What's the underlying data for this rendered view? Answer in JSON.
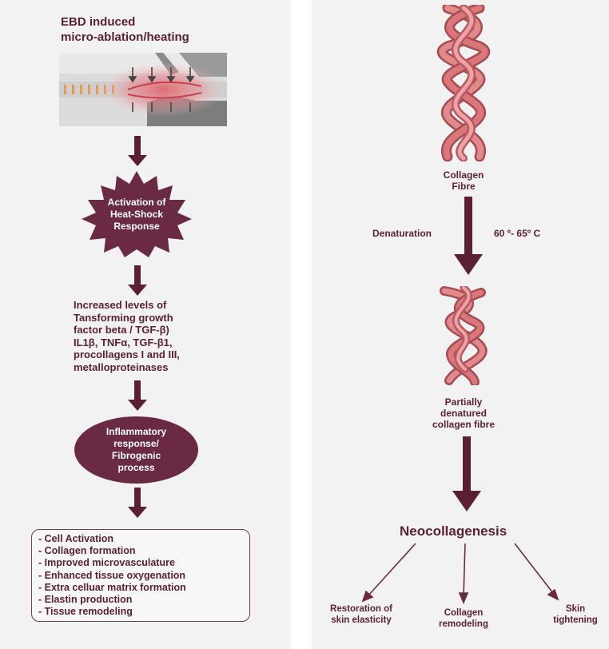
{
  "left": {
    "title_line1": "EBD induced",
    "title_line2": "micro-ablation/heating",
    "heat_shock": [
      "Activation of",
      "Heat-Shock",
      "Response"
    ],
    "increased_levels": [
      "Increased levels of",
      "Tansforming growth",
      "factor beta / TGF-β)",
      "IL1β, TNFα, TGF-β1,",
      "procollagens I and III,",
      "metalloproteinases"
    ],
    "inflammatory": [
      "Inflammatory",
      "response/",
      "Fibrogenic",
      "process"
    ],
    "effects": [
      "- Cell Activation",
      "- Collagen formation",
      "- Improved microvasculature",
      "- Enhanced tissue oxygenation",
      "- Extra celluar matrix formation",
      "- Elastin production",
      "- Tissue remodeling"
    ]
  },
  "right": {
    "collagen_fibre": [
      "Collagen",
      "Fibre"
    ],
    "denaturation_label": "Denaturation",
    "temperature": "60 º- 65º C",
    "partial": [
      "Partially",
      "denatured",
      "collagen fibre"
    ],
    "neocollagenesis": "Neocollagenesis",
    "outcomes": [
      [
        "Restoration of",
        "skin elasticity"
      ],
      [
        "Collagen",
        "remodeling"
      ],
      [
        "Skin",
        "tightening"
      ]
    ]
  },
  "colors": {
    "accent": "#5a1f35",
    "helix": "#d9777a",
    "helix_dark": "#a84a52",
    "panel_bg": "#f2f2f2"
  }
}
